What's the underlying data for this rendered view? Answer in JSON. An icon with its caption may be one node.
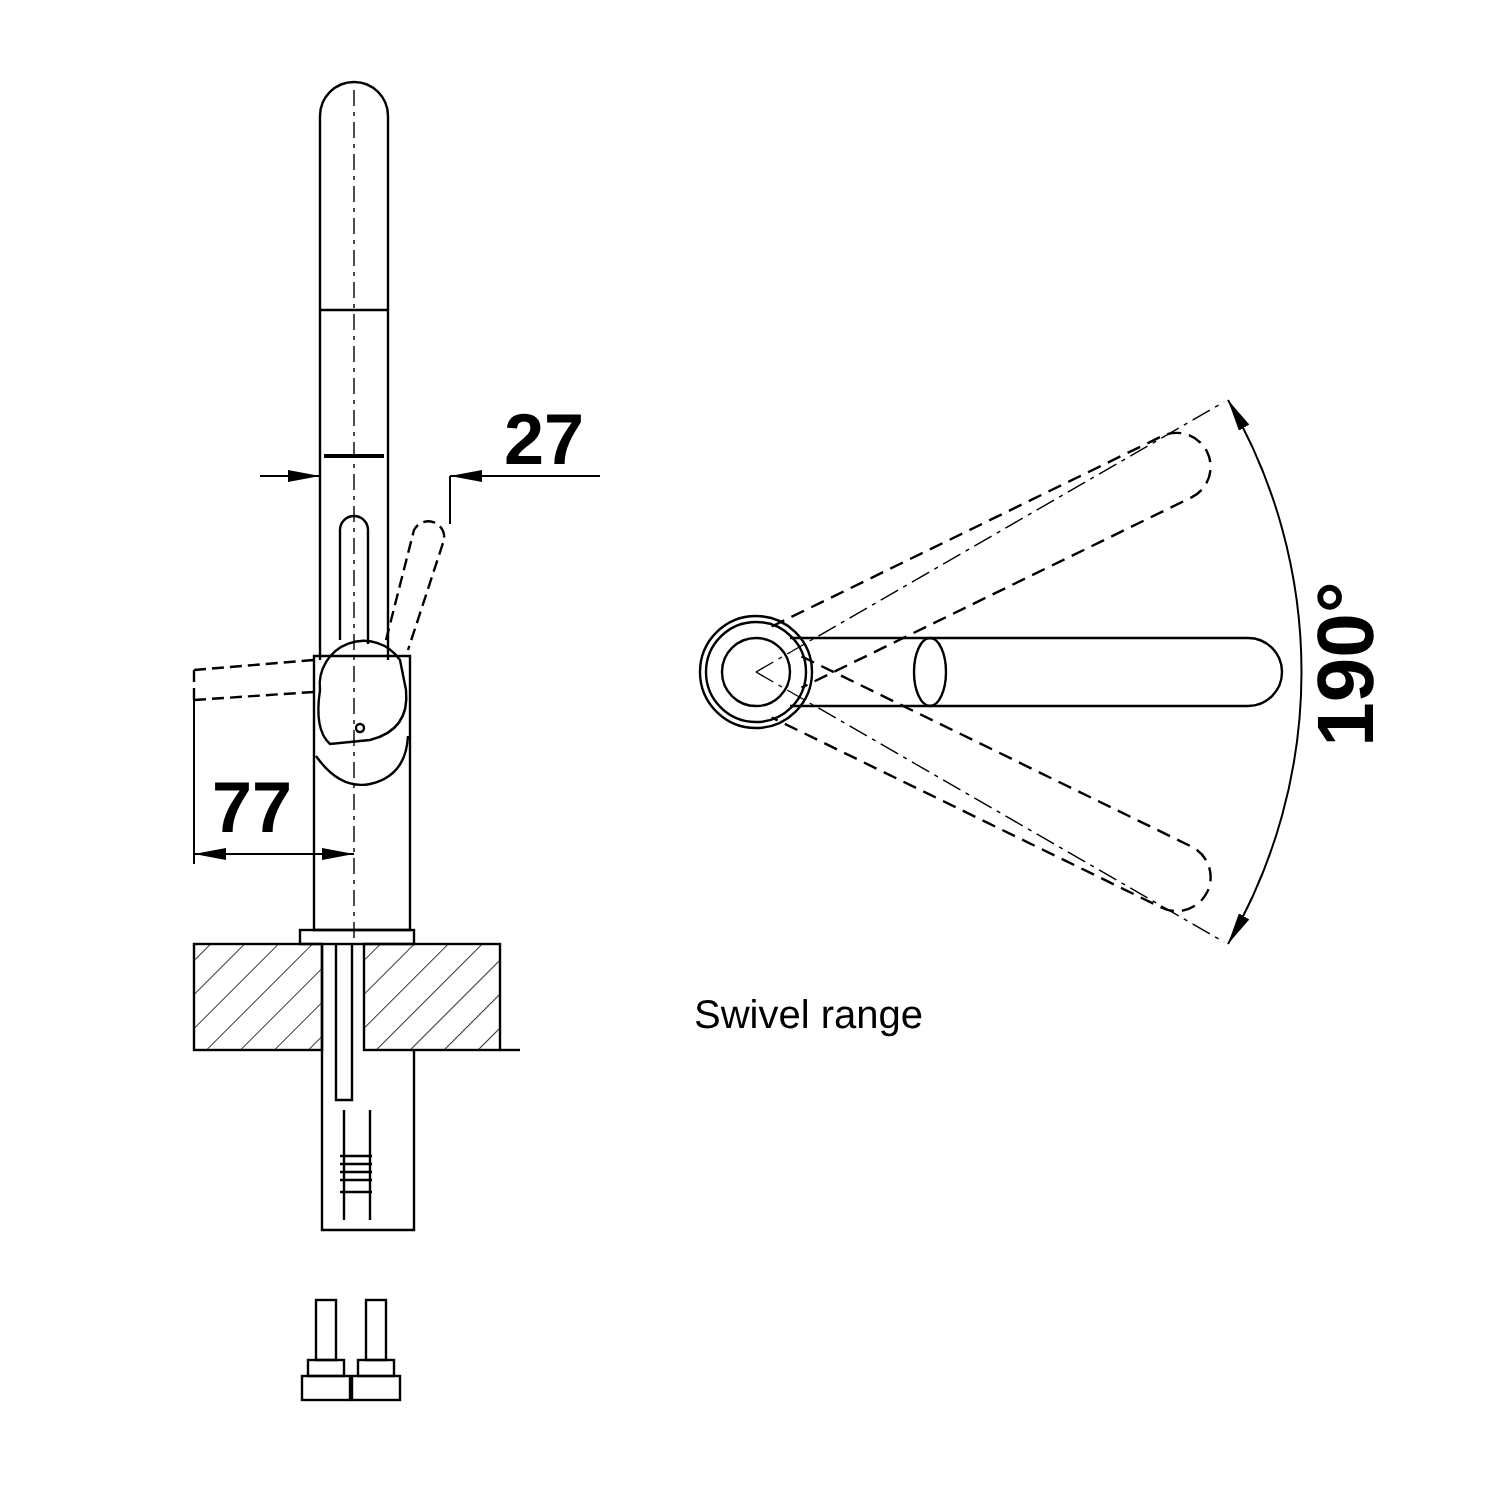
{
  "diagram": {
    "labels": [
      "27",
      "77",
      "190°",
      "Swivel range"
    ]
  }
}
